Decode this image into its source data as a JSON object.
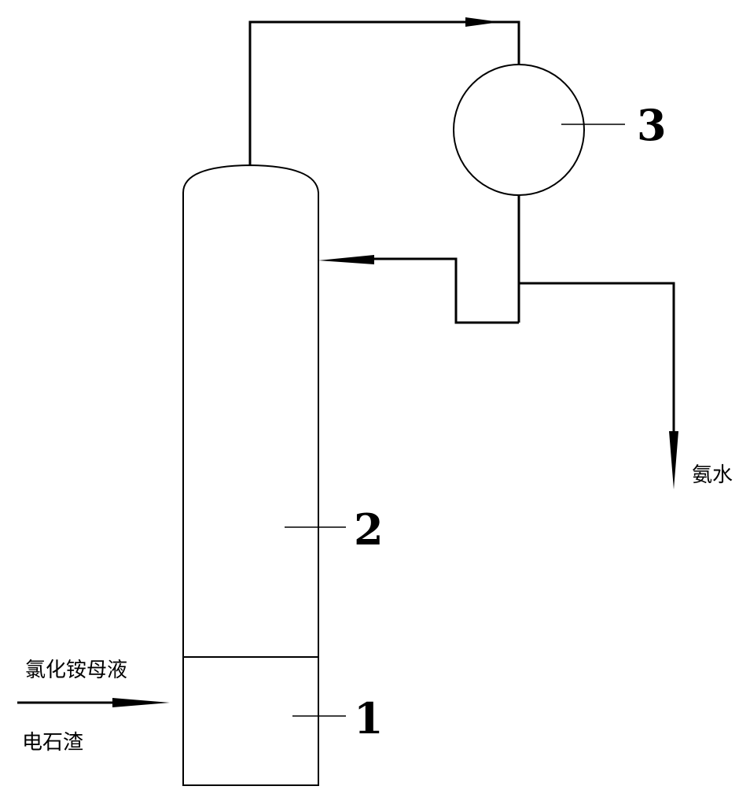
{
  "labels": {
    "vessel_1": "1",
    "column_2": "2",
    "condenser_3": "3",
    "feed_top": "氯化铵母液",
    "feed_bottom": "电石渣",
    "product": "氨水"
  },
  "colors": {
    "line": "#000000",
    "background": "#ffffff"
  }
}
